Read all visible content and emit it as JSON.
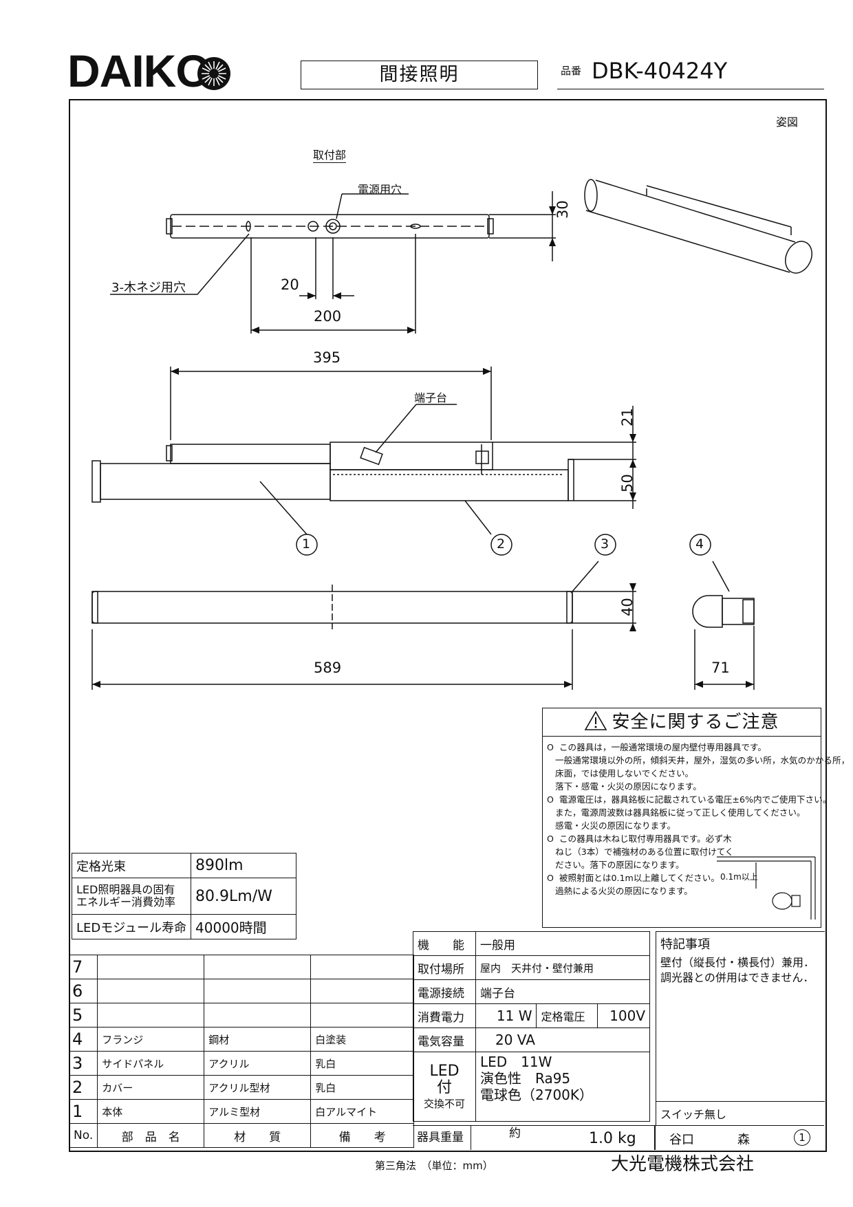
{
  "header": {
    "brand": "DAIKO",
    "title": "間接照明",
    "hinban_label": "品番",
    "model": "DBK-40424Y"
  },
  "drawing": {
    "view_label": "姿図",
    "mount_label": "取付部",
    "power_hole": "電源用穴",
    "screw_hole": "3-木ネジ用穴",
    "terminal": "端子台",
    "dims": {
      "d30": "30",
      "d20": "20",
      "d200": "200",
      "d395": "395",
      "d21": "21",
      "d50": "50",
      "d40": "40",
      "d589": "589",
      "d71": "71"
    },
    "callouts": [
      "1",
      "2",
      "3",
      "4"
    ]
  },
  "safety": {
    "title": "安全に関するご注意",
    "text": "O  この器具は，一般通常環境の屋内壁付専用器具です。\n   一般通常環境以外の所，傾斜天井，屋外，湿気の多い所，水気のかかる所，\n   床面，では使用しないでください。\n   落下・感電・火災の原因になります。\nO  電源電圧は，器具銘板に記載されている電圧±6%内でご使用下さい。\n   また，電源周波数は器具銘板に従って正しく使用してください。\n   感電・火災の原因になります。\nO  この器具は木ねじ取付専用器具です。必ず木\n   ねじ（3本）で補強材のある位置に取付けてく\n   ださい。落下の原因になります。\nO  被照射面とは0.1m以上離してください。\n   過熱による火災の原因になります。",
    "clearance": "0.1m以上"
  },
  "spec": [
    {
      "label": "定格光束",
      "value": "890lm"
    },
    {
      "label": "LED照明器具の固有\nエネルギー消費効率",
      "value": "80.9Lm/W"
    },
    {
      "label": "LEDモジュール寿命",
      "value": "40000時間"
    }
  ],
  "parts": {
    "header": [
      "No.",
      "部　品　名",
      "材　　質",
      "備　　考"
    ],
    "rows": [
      {
        "no": "7",
        "name": "",
        "material": "",
        "note": ""
      },
      {
        "no": "6",
        "name": "",
        "material": "",
        "note": ""
      },
      {
        "no": "5",
        "name": "",
        "material": "",
        "note": ""
      },
      {
        "no": "4",
        "name": "フランジ",
        "material": "鋼材",
        "note": "白塗装"
      },
      {
        "no": "3",
        "name": "サイドパネル",
        "material": "アクリル",
        "note": "乳白"
      },
      {
        "no": "2",
        "name": "カバー",
        "material": "アクリル型材",
        "note": "乳白"
      },
      {
        "no": "1",
        "name": "本体",
        "material": "アルミ型材",
        "note": "白アルマイト"
      }
    ]
  },
  "info": {
    "function_label": "機　　能",
    "function": "一般用",
    "mount_label": "取付場所",
    "mount": "屋内　天井付・壁付兼用",
    "conn_label": "電源接続",
    "conn": "端子台",
    "power_label": "消費電力",
    "power": "11 W",
    "voltage_label": "定格電圧",
    "voltage": "100V",
    "capacity_label": "電気容量",
    "capacity": "20 VA",
    "led_label": "LED\n付",
    "led_note": "交換不可",
    "led_spec": "LED　11W\n演色性　Ra95\n電球色（2700K）",
    "weight_label": "器具重量",
    "weight_prefix": "約",
    "weight": "1.0  kg"
  },
  "notes": {
    "title": "特記事項",
    "body": "壁付（縦長付・横長付）兼用．\n調光器との併用はできません．",
    "switch": "スイッチ無し"
  },
  "sign": {
    "name1": "谷口",
    "name2": "森",
    "rev": "1"
  },
  "footer": {
    "method": "第三角法　（単位：mm）",
    "company": "大光電機株式会社"
  }
}
